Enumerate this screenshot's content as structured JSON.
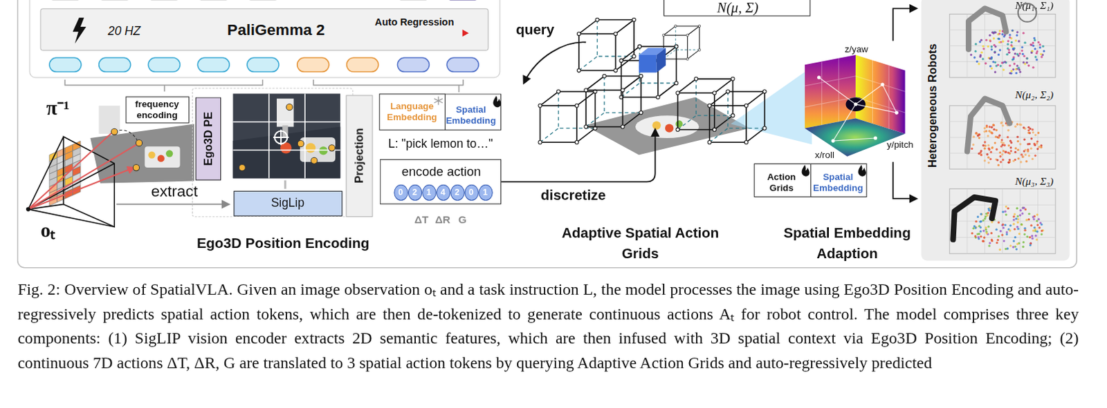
{
  "diagram": {
    "caption": "Fig. 2: Overview of SpatialVLA. Given an image observation oₜ and a task instruction L, the model processes the image using Ego3D Position Encoding and auto-regressively predicts spatial action tokens, which are then de-tokenized to generate continuous actions Aₜ for robot control. The model comprises three key components: (1) SigLIP vision encoder extracts 2D semantic features, which are then infused with 3D spatial context via Ego3D Position Encoding; (2) continuous 7D actions ΔT, ΔR, G are translated to 3 spatial action tokens by querying Adaptive Action Grids and auto-regressively predicted",
    "nodes": [
      {
        "text": [
          "20 HZ",
          "PaliGemma 2",
          "Auto Regression"
        ]
      },
      {
        "text": [
          "frequency encoding"
        ]
      },
      {
        "text": [
          "Ego3D Position Encoding"
        ]
      },
      {
        "text": [
          "Ego3D PE"
        ],
        "in": 2
      },
      {
        "text": [
          "SigLip"
        ],
        "in": 2
      },
      {
        "text": [
          "Projection"
        ]
      },
      {
        "text": [
          "Language Embedding"
        ]
      },
      {
        "text": [
          "Spatial Embedding"
        ]
      },
      {
        "text": [
          "encode action"
        ]
      },
      {
        "text": [
          "0"
        ],
        "in": 8
      },
      {
        "text": [
          "2"
        ],
        "in": 8
      },
      {
        "text": [
          "1"
        ],
        "in": 8
      },
      {
        "text": [
          "4"
        ],
        "in": 8
      },
      {
        "text": [
          "2"
        ],
        "in": 8
      },
      {
        "text": [
          "0"
        ],
        "in": 8
      },
      {
        "text": [
          "1"
        ],
        "in": 8
      },
      {
        "text": [
          "N(μ, Σ)"
        ]
      },
      {
        "text": [
          "Action Grids"
        ]
      },
      {
        "text": [
          "Spatial Embedding"
        ]
      },
      {
        "text": [
          "Heterogeneous Robots",
          "N(μ₁, Σ₁)",
          "N(μ₂, Σ₂)",
          "N(μ₃, Σ₃)"
        ]
      }
    ],
    "labels": [
      "query",
      "π⁻¹",
      "extract",
      "oₜ",
      "L: \"pick lemon to…\"",
      "ΔT",
      "ΔR",
      "G",
      "discretize",
      "Adaptive Spatial Action Grids",
      "z/yaw",
      "x/roll",
      "y/pitch",
      "Spatial Embedding Adaption"
    ]
  }
}
